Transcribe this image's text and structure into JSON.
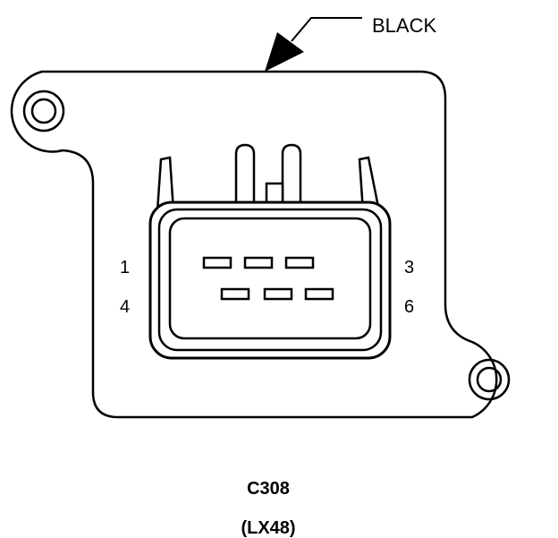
{
  "connector": {
    "color_label": "BLACK",
    "pin_labels": {
      "top_left": "1",
      "bottom_left": "4",
      "top_right": "3",
      "bottom_right": "6"
    },
    "id": "C308",
    "code": "(LX48)"
  }
}
